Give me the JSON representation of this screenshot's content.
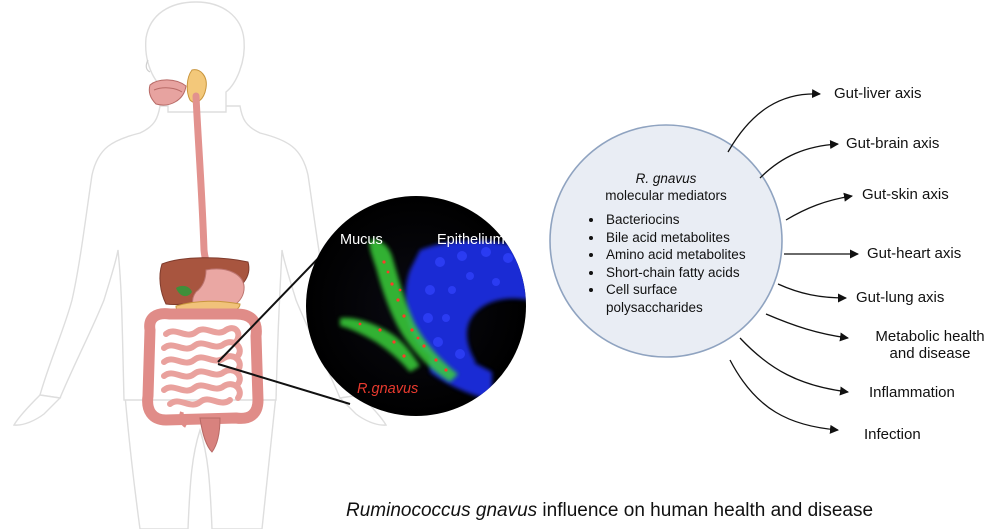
{
  "micrograph": {
    "mucus_label": "Mucus",
    "epithelium_label": "Epithelium",
    "bacteria_label": "R.gnavus"
  },
  "mediators": {
    "title_italic": "R. gnavus",
    "title_rest": "molecular mediators",
    "items": [
      "Bacteriocins",
      "Bile acid metabolites",
      "Amino acid metabolites",
      "Short-chain fatty acids",
      "Cell surface polysaccharides"
    ]
  },
  "axes": [
    {
      "label": "Gut-liver axis"
    },
    {
      "label": "Gut-brain axis"
    },
    {
      "label": "Gut-skin axis"
    },
    {
      "label": "Gut-heart axis"
    },
    {
      "label": "Gut-lung axis"
    },
    {
      "label": "Metabolic health",
      "label2": "and disease"
    },
    {
      "label": "Inflammation"
    },
    {
      "label": "Infection"
    }
  ],
  "caption": {
    "italic": "Ruminococcus gnavus",
    "rest": " influence on human health and disease"
  },
  "colors": {
    "body_outline": "#dcdcdc",
    "gut": "#e89a96",
    "liver": "#a8553f",
    "circle_fill": "#e9edf4",
    "circle_stroke": "#8fa3c0",
    "mucus_green": "#3bd13a",
    "epithelium_blue": "#1f2fe0"
  }
}
